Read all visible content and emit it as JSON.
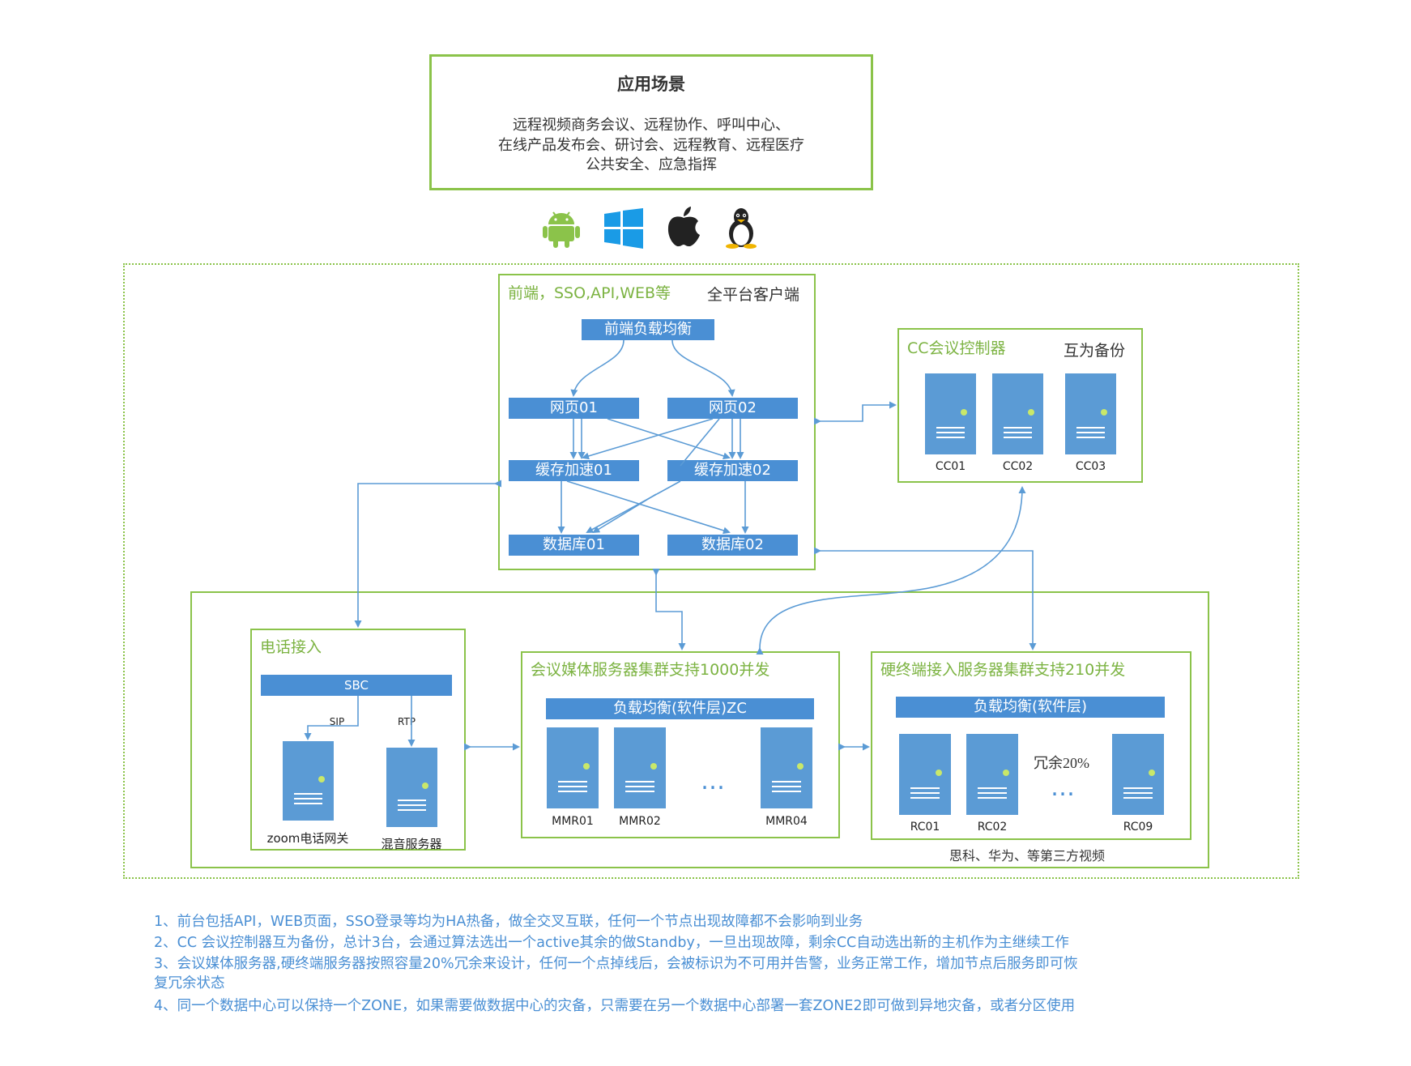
{
  "scene": {
    "title": "应用场景",
    "lines": [
      "远程视频商务会议、远程协作、呼叫中心、",
      "在线产品发布会、研讨会、远程教育、远程医疗",
      "公共安全、应急指挥"
    ]
  },
  "platform_icons": [
    "android-icon",
    "windows-icon",
    "apple-icon",
    "linux-icon"
  ],
  "frontend": {
    "title": "前端，SSO,API,WEB等",
    "subtitle": "全平台客户端",
    "lb": "前端负载均衡",
    "web1": "网页01",
    "web2": "网页02",
    "cache1": "缓存加速01",
    "cache2": "缓存加速02",
    "db1": "数据库01",
    "db2": "数据库02"
  },
  "cc": {
    "title": "CC会议控制器",
    "subtitle": "互为备份",
    "servers": [
      "CC01",
      "CC02",
      "CC03"
    ]
  },
  "phone": {
    "title": "电话接入",
    "sbc": "SBC",
    "sip": "SIP",
    "rtp": "RTP",
    "gateway": "zoom电话网关",
    "mixer": "混音服务器"
  },
  "media": {
    "title": "会议媒体服务器集群支持1000并发",
    "lb": "负载均衡(软件层)ZC",
    "servers": [
      "MMR01",
      "MMR02",
      "MMR04"
    ],
    "ellipsis": "…"
  },
  "hw": {
    "title": "硬终端接入服务器集群支持210并发",
    "lb": "负载均衡(软件层)",
    "redundancy": "冗余20%",
    "servers": [
      "RC01",
      "RC02",
      "RC09"
    ],
    "ellipsis": "…",
    "footer": "思科、华为、等第三方视频"
  },
  "notes": [
    "1、前台包括API，WEB页面，SSO登录等均为HA热备，做全交叉互联，任何一个节点出现故障都不会影响到业务",
    "2、CC 会议控制器互为备份，总计3台，会通过算法选出一个active其余的做Standby，一旦出现故障，剩余CC自动选出新的主机作为主继续工作",
    "3、会议媒体服务器,硬终端服务器按照容量20%冗余来设计，任何一个点掉线后，会被标识为不可用并告警，业务正常工作，增加节点后服务即可恢",
    "复冗余状态",
    "4、同一个数据中心可以保持一个ZONE，如果需要做数据中心的灾备，只需要在另一个数据中心部署一套ZONE2即可做到异地灾备，或者分区使用"
  ],
  "colors": {
    "green": "#8bc34a",
    "blue": "#4a8fd4",
    "server": "#5b9bd5",
    "arrow": "#5b9bd5"
  }
}
